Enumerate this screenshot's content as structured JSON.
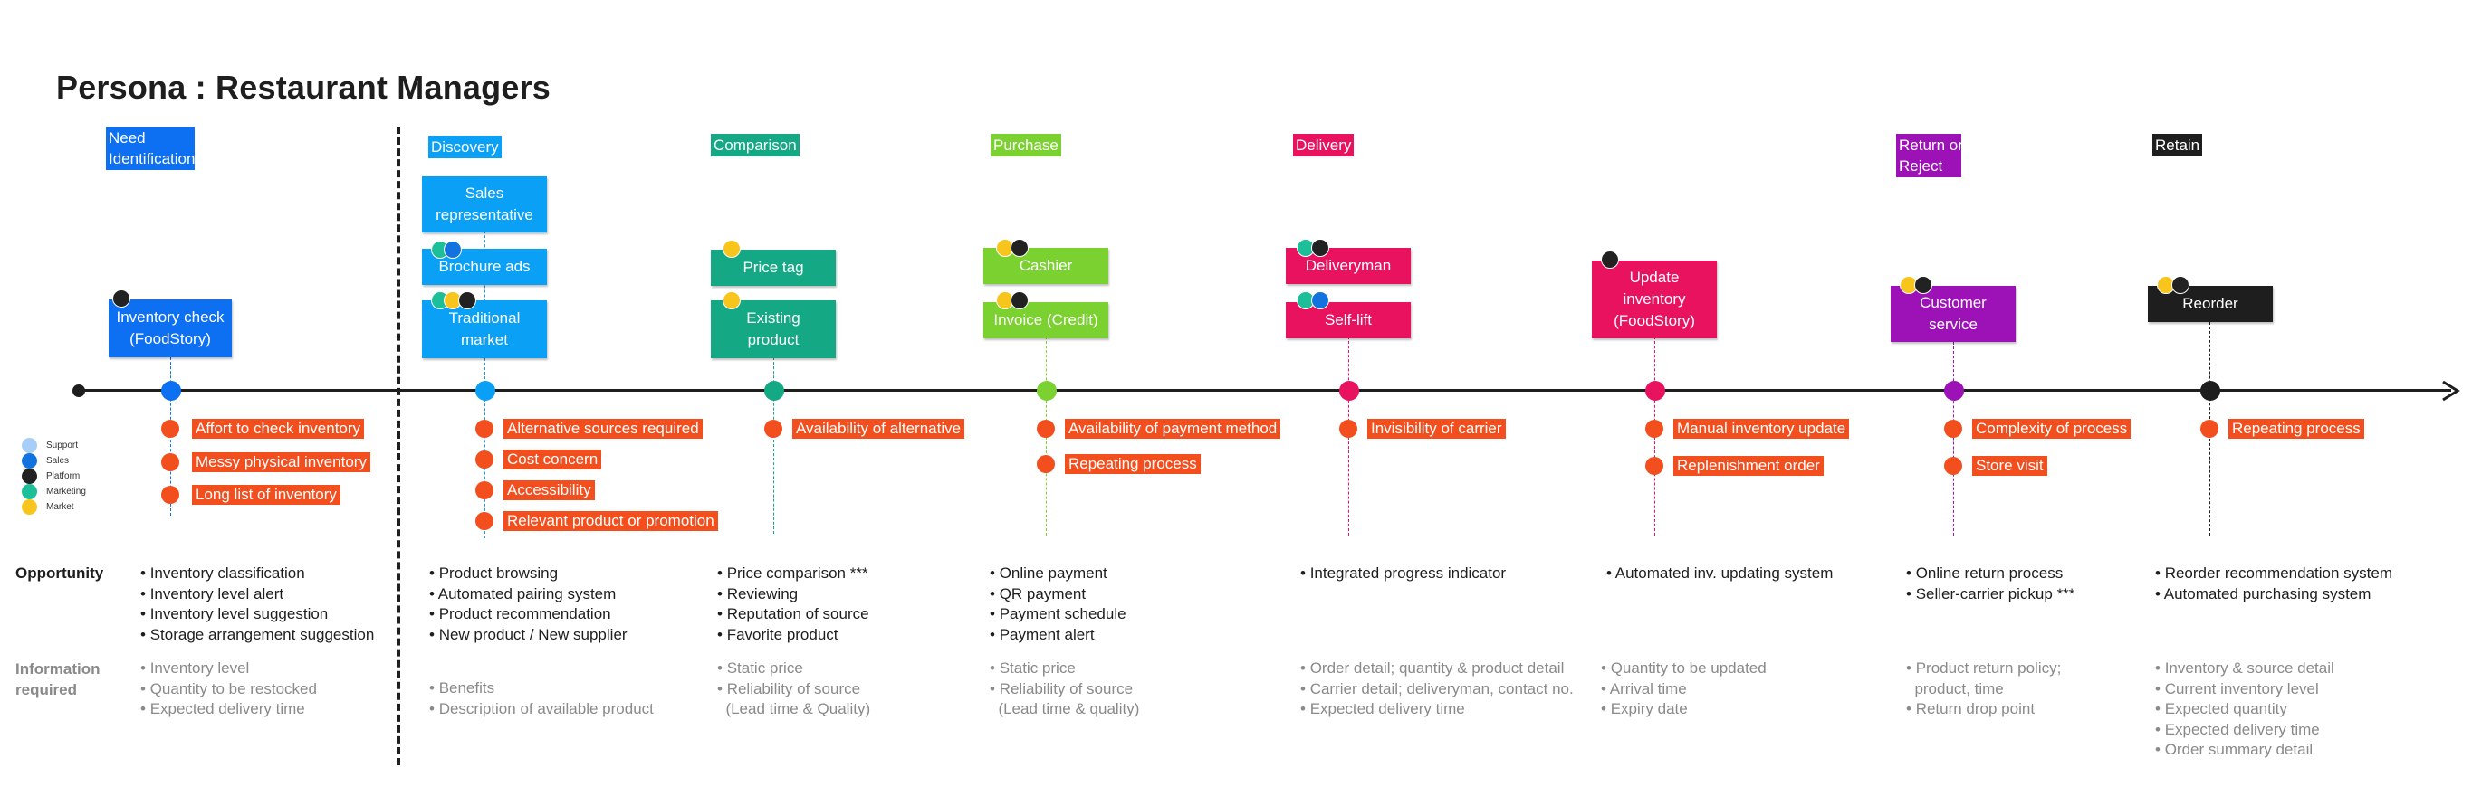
{
  "title": "Persona : Restaurant Managers",
  "colors": {
    "need": "#0d6ff2",
    "discovery": "#0aa0f5",
    "comparison": "#14a884",
    "purchase": "#7ad12f",
    "delivery": "#e8125f",
    "return": "#9c12b6",
    "retain": "#1e1e1e",
    "pain": "#f24e1e",
    "support": "#a8cdf7",
    "sales": "#1273de",
    "platform": "#222222",
    "marketing": "#1cbf98",
    "market": "#f7c51c"
  },
  "legend": [
    {
      "label": "Support",
      "color_key": "support"
    },
    {
      "label": "Sales",
      "color_key": "sales"
    },
    {
      "label": "Platform",
      "color_key": "platform"
    },
    {
      "label": "Marketing",
      "color_key": "marketing"
    },
    {
      "label": "Market",
      "color_key": "market"
    }
  ],
  "stages": [
    {
      "label": "Need\nIdentification",
      "color_key": "need"
    },
    {
      "label": "Discovery",
      "color_key": "discovery"
    },
    {
      "label": "Comparison",
      "color_key": "comparison"
    },
    {
      "label": "Purchase",
      "color_key": "purchase"
    },
    {
      "label": "Delivery",
      "color_key": "delivery"
    },
    {
      "label": "Return or\nReject",
      "color_key": "return"
    },
    {
      "label": "Retain",
      "color_key": "retain"
    }
  ],
  "touchpoints": [
    {
      "label": "Inventory check\n(FoodStory)",
      "color_key": "need",
      "channels": [
        "platform"
      ]
    },
    {
      "label": "Sales\nrepresentative",
      "color_key": "discovery",
      "channels": []
    },
    {
      "label": "Brochure ads",
      "color_key": "discovery",
      "channels": [
        "marketing",
        "sales"
      ]
    },
    {
      "label": "Traditional\nmarket",
      "color_key": "discovery",
      "channels": [
        "marketing",
        "market",
        "platform"
      ]
    },
    {
      "label": "Price tag",
      "color_key": "comparison",
      "channels": [
        "market"
      ]
    },
    {
      "label": "Existing\nproduct",
      "color_key": "comparison",
      "channels": [
        "market"
      ]
    },
    {
      "label": "Cashier",
      "color_key": "purchase",
      "channels": [
        "market",
        "platform"
      ]
    },
    {
      "label": "Invoice (Credit)",
      "color_key": "purchase",
      "channels": [
        "market",
        "platform"
      ]
    },
    {
      "label": "Deliveryman",
      "color_key": "delivery",
      "channels": [
        "marketing",
        "platform"
      ]
    },
    {
      "label": "Self-lift",
      "color_key": "delivery",
      "channels": [
        "marketing",
        "sales"
      ]
    },
    {
      "label": "Update\ninventory\n(FoodStory)",
      "color_key": "delivery",
      "channels": [
        "platform"
      ]
    },
    {
      "label": "Customer\nservice",
      "color_key": "return",
      "channels": [
        "market",
        "platform"
      ]
    },
    {
      "label": "Reorder",
      "color_key": "retain",
      "channels": [
        "market",
        "platform"
      ]
    }
  ],
  "columns": [
    {
      "color_key": "need",
      "pains": [
        "Affort to check inventory",
        "Messy physical inventory",
        "Long list of inventory"
      ]
    },
    {
      "color_key": "discovery",
      "pains": [
        "Alternative sources required",
        "Cost concern",
        "Accessibility",
        "Relevant product or promotion"
      ]
    },
    {
      "color_key": "comparison",
      "pains": [
        "Availability of alternative"
      ]
    },
    {
      "color_key": "purchase",
      "pains": [
        "Availability of payment method",
        "Repeating process"
      ]
    },
    {
      "color_key": "delivery",
      "pains": [
        "Invisibility of carrier"
      ]
    },
    {
      "color_key": "delivery",
      "pains": [
        "Manual inventory update",
        "Replenishment order"
      ]
    },
    {
      "color_key": "return",
      "pains": [
        "Complexity of process",
        "Store visit"
      ]
    },
    {
      "color_key": "retain",
      "pains": [
        "Repeating process"
      ]
    }
  ],
  "opportunity_heading": "Opportunity",
  "information_heading": "Information\nrequired",
  "opportunities": [
    [
      "Inventory classification",
      "Inventory level alert",
      "Inventory level suggestion",
      "Storage arrangement suggestion"
    ],
    [
      "Product browsing",
      "Automated pairing system",
      "Product recommendation",
      "New product / New supplier"
    ],
    [
      "Price comparison ***",
      "Reviewing",
      "Reputation of source",
      "Favorite product"
    ],
    [
      "Online payment",
      "QR payment",
      "Payment schedule",
      "Payment alert"
    ],
    [
      "Integrated progress indicator"
    ],
    [
      "Automated inv. updating system"
    ],
    [
      "Online return process",
      "Seller-carrier pickup ***"
    ],
    [
      "Reorder recommendation system",
      "Automated purchasing system"
    ]
  ],
  "information": [
    [
      "Inventory level",
      "Quantity to be restocked",
      "Expected delivery time"
    ],
    [
      "Benefits",
      "Description of available product"
    ],
    [
      "Static price",
      "Reliability of source\n  (Lead time & Quality)"
    ],
    [
      "Static price",
      "Reliability of source\n  (Lead time & quality)"
    ],
    [
      "Order detail; quantity & product detail",
      "Carrier detail; deliveryman, contact no.",
      "Expected delivery time"
    ],
    [
      "Quantity to be updated",
      "Arrival time",
      "Expiry date"
    ],
    [
      "Product return policy;\n  product, time",
      "Return drop point"
    ],
    [
      "Inventory & source detail",
      "Current inventory level",
      "Expected quantity",
      "Expected delivery time",
      "Order summary detail"
    ]
  ]
}
